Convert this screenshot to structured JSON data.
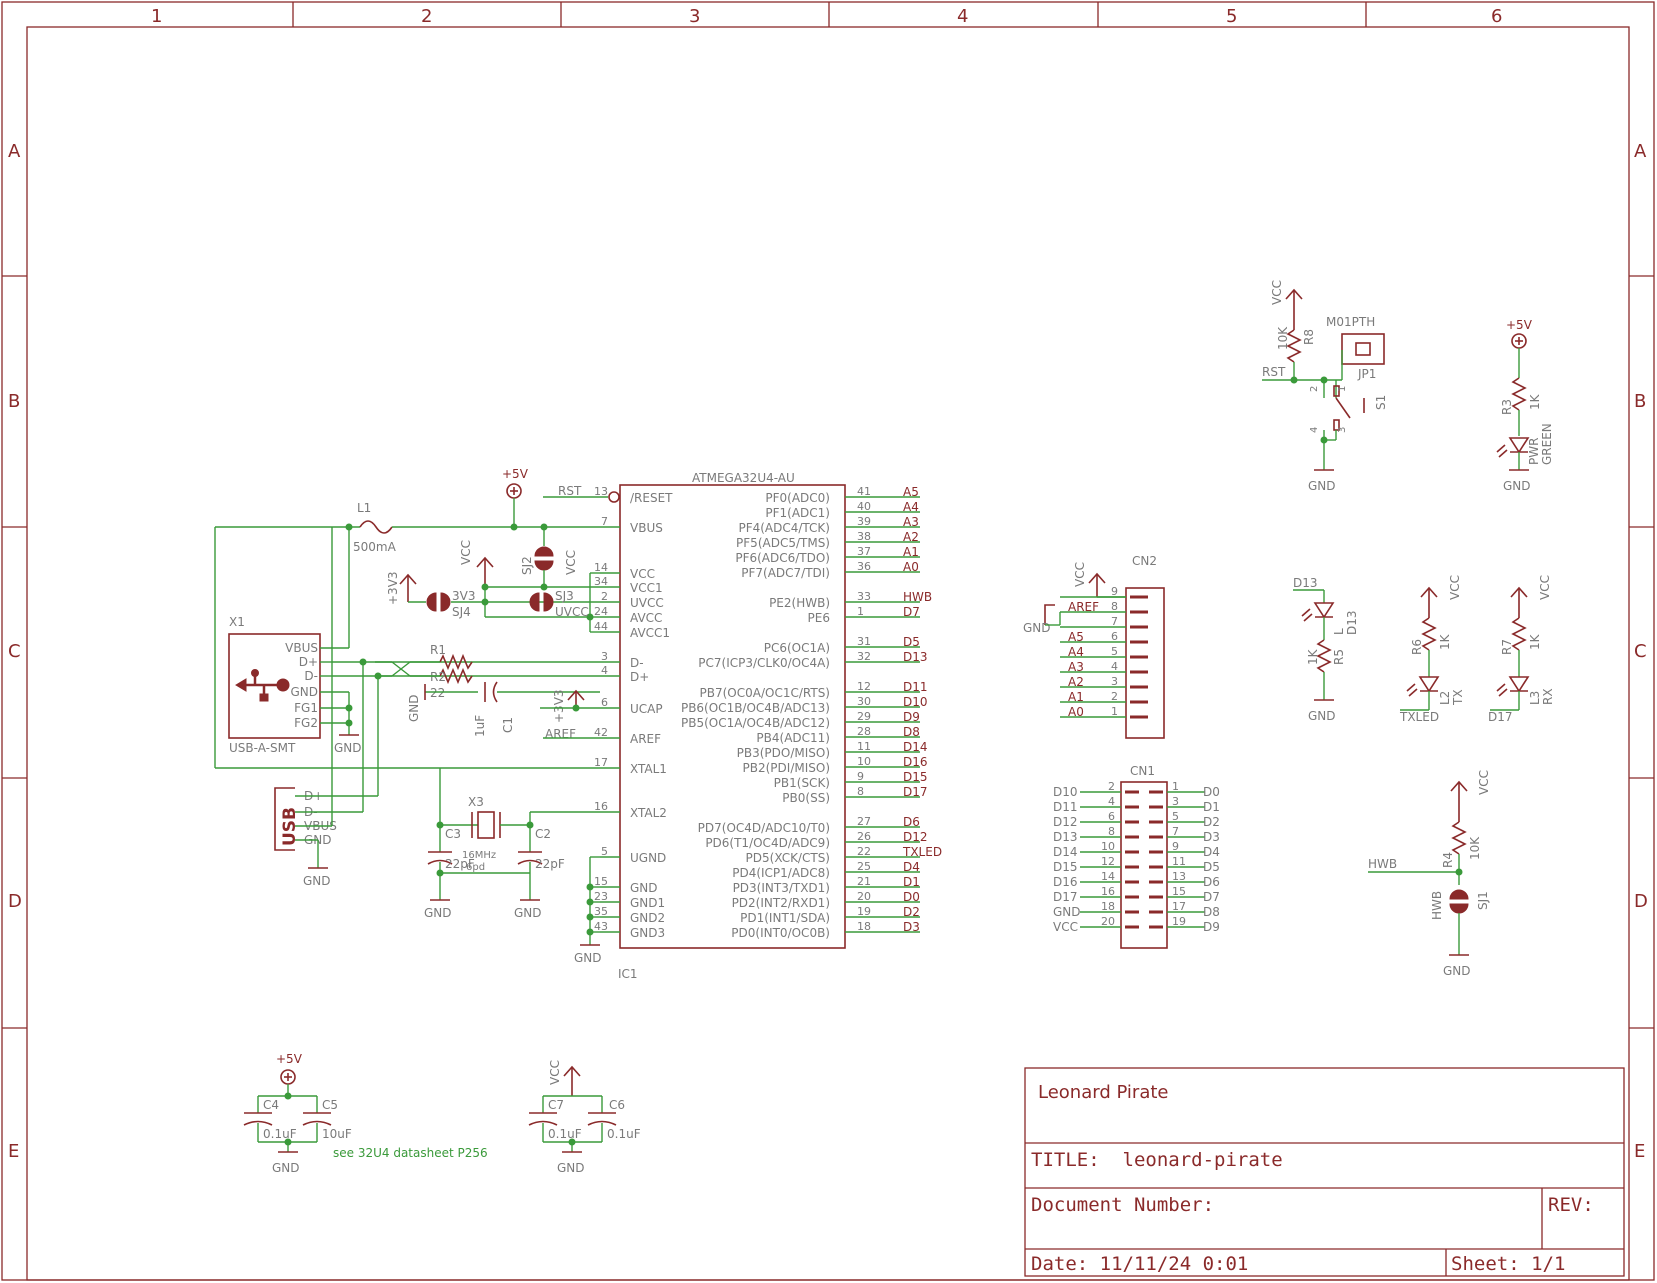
{
  "frame": {
    "columns": [
      "1",
      "2",
      "3",
      "4",
      "5",
      "6"
    ],
    "rows": [
      "A",
      "B",
      "C",
      "D",
      "E"
    ]
  },
  "title_block": {
    "project": "Leonard Pirate",
    "title": "TITLE:  leonard-pirate",
    "document_number": "Document Number:",
    "rev": "REV:",
    "date": "Date: 11/11/24 0:01",
    "sheet": "Sheet: 1/1"
  },
  "mcu": {
    "name": "IC1",
    "value": "ATMEGA32U4-AU",
    "left_pins": [
      {
        "num": "13",
        "name": "/RESET"
      },
      {
        "num": "7",
        "name": "VBUS"
      },
      {
        "num": "14",
        "name": "VCC"
      },
      {
        "num": "34",
        "name": "VCC1"
      },
      {
        "num": "2",
        "name": "UVCC"
      },
      {
        "num": "24",
        "name": "AVCC"
      },
      {
        "num": "44",
        "name": "AVCC1"
      },
      {
        "num": "3",
        "name": "D-"
      },
      {
        "num": "4",
        "name": "D+"
      },
      {
        "num": "6",
        "name": "UCAP"
      },
      {
        "num": "42",
        "name": "AREF"
      },
      {
        "num": "17",
        "name": "XTAL1"
      },
      {
        "num": "16",
        "name": "XTAL2"
      },
      {
        "num": "5",
        "name": "UGND"
      },
      {
        "num": "15",
        "name": "GND"
      },
      {
        "num": "23",
        "name": "GND1"
      },
      {
        "num": "35",
        "name": "GND2"
      },
      {
        "num": "43",
        "name": "GND3"
      }
    ],
    "right_pins": [
      {
        "num": "41",
        "name": "PF0(ADC0)",
        "net": "A5"
      },
      {
        "num": "40",
        "name": "PF1(ADC1)",
        "net": "A4"
      },
      {
        "num": "39",
        "name": "PF4(ADC4/TCK)",
        "net": "A3"
      },
      {
        "num": "38",
        "name": "PF5(ADC5/TMS)",
        "net": "A2"
      },
      {
        "num": "37",
        "name": "PF6(ADC6/TDO)",
        "net": "A1"
      },
      {
        "num": "36",
        "name": "PF7(ADC7/TDI)",
        "net": "A0"
      },
      {
        "num": "33",
        "name": "PE2(HWB)",
        "net": "HWB"
      },
      {
        "num": "1",
        "name": "PE6",
        "net": "D7"
      },
      {
        "num": "31",
        "name": "PC6(OC1A)",
        "net": "D5"
      },
      {
        "num": "32",
        "name": "PC7(ICP3/CLK0/OC4A)",
        "net": "D13"
      },
      {
        "num": "12",
        "name": "PB7(OC0A/OC1C/RTS)",
        "net": "D11"
      },
      {
        "num": "30",
        "name": "PB6(OC1B/OC4B/ADC13)",
        "net": "D10"
      },
      {
        "num": "29",
        "name": "PB5(OC1A/OC4B/ADC12)",
        "net": "D9"
      },
      {
        "num": "28",
        "name": "PB4(ADC11)",
        "net": "D8"
      },
      {
        "num": "11",
        "name": "PB3(PDO/MISO)",
        "net": "D14"
      },
      {
        "num": "10",
        "name": "PB2(PDI/MISO)",
        "net": "D16"
      },
      {
        "num": "9",
        "name": "PB1(SCK)",
        "net": "D15"
      },
      {
        "num": "8",
        "name": "PB0(SS)",
        "net": "D17"
      },
      {
        "num": "27",
        "name": "PD7(OC4D/ADC10/T0)",
        "net": "D6"
      },
      {
        "num": "26",
        "name": "PD6(T1/OC4D/ADC9)",
        "net": "D12"
      },
      {
        "num": "22",
        "name": "PD5(XCK/CTS)",
        "net": "TXLED"
      },
      {
        "num": "25",
        "name": "PD4(ICP1/ADC8)",
        "net": "D4"
      },
      {
        "num": "21",
        "name": "PD3(INT3/TXD1)",
        "net": "D1"
      },
      {
        "num": "20",
        "name": "PD2(INT2/RXD1)",
        "net": "D0"
      },
      {
        "num": "19",
        "name": "PD1(INT1/SDA)",
        "net": "D2"
      },
      {
        "num": "18",
        "name": "PD0(INT0/OC0B)",
        "net": "D3"
      }
    ]
  },
  "labels": {
    "rst": "RST",
    "p5v": "+5V",
    "vcc": "VCC",
    "p3v3": "+3V3",
    "gnd": "GND",
    "aref": "AREF",
    "hwb": "HWB",
    "d13": "D13",
    "d17": "D17",
    "txled": "TXLED"
  },
  "components": {
    "L1": "L1",
    "L1_val": "500mA",
    "SJ2": "SJ2",
    "SJ3": "SJ3",
    "SJ4": "SJ4",
    "sj_3v3": "3V3",
    "sj_uvcc": "UVCC",
    "X1": "X1",
    "X1_val": "USB-A-SMT",
    "X1_pins": [
      "VBUS",
      "D+",
      "D-",
      "GND",
      "FG1",
      "FG2"
    ],
    "R1": "R1",
    "R2": "R2",
    "R_val": "22",
    "C1": "C1",
    "C1_val": "1uF",
    "X3": "X3",
    "X3_val": "16MHz",
    "X3_sub": "6pd",
    "C2": "C2",
    "C3": "C3",
    "C23_val": "22pF",
    "usb_label": "USB",
    "usb_pins": [
      "D+",
      "D-",
      "VBUS",
      "GND"
    ],
    "R8": "R8",
    "R8_val": "10K",
    "JP1": "JP1",
    "JP1_val": "M01PTH",
    "S1": "S1",
    "R3": "R3",
    "R3_val": "1K",
    "PWR": "PWR",
    "PWR_val": "GREEN",
    "CN2": "CN2",
    "CN1": "CN1",
    "R5": "R5",
    "R6": "R6",
    "R7": "R7",
    "R_1k": "1K",
    "L": "L",
    "L2": "L2",
    "L3": "L3",
    "TX": "TX",
    "RX": "RX",
    "R4": "R4",
    "R4_val": "10K",
    "SJ1": "SJ1",
    "C4": "C4",
    "C5": "C5",
    "C6": "C6",
    "C7": "C7",
    "c01u": "0.1uF",
    "c10u": "10uF",
    "note": "see 32U4 datasheet P256"
  },
  "cn2_pins": [
    {
      "num": "9",
      "net": "VCC"
    },
    {
      "num": "8",
      "net": "AREF"
    },
    {
      "num": "7",
      "net": "GND"
    },
    {
      "num": "6",
      "net": "A5"
    },
    {
      "num": "5",
      "net": "A4"
    },
    {
      "num": "4",
      "net": "A3"
    },
    {
      "num": "3",
      "net": "A2"
    },
    {
      "num": "2",
      "net": "A1"
    },
    {
      "num": "1",
      "net": "A0"
    }
  ],
  "cn1_rows": [
    {
      "lnet": "D10",
      "lnum": "2",
      "rnum": "1",
      "rnet": "D0"
    },
    {
      "lnet": "D11",
      "lnum": "4",
      "rnum": "3",
      "rnet": "D1"
    },
    {
      "lnet": "D12",
      "lnum": "6",
      "rnum": "5",
      "rnet": "D2"
    },
    {
      "lnet": "D13",
      "lnum": "8",
      "rnum": "7",
      "rnet": "D3"
    },
    {
      "lnet": "D14",
      "lnum": "10",
      "rnum": "9",
      "rnet": "D4"
    },
    {
      "lnet": "D15",
      "lnum": "12",
      "rnum": "11",
      "rnet": "D5"
    },
    {
      "lnet": "D16",
      "lnum": "14",
      "rnum": "13",
      "rnet": "D6"
    },
    {
      "lnet": "D17",
      "lnum": "16",
      "rnum": "15",
      "rnet": "D7"
    },
    {
      "lnet": "GND",
      "lnum": "18",
      "rnum": "17",
      "rnet": "D8"
    },
    {
      "lnet": "VCC",
      "lnum": "20",
      "rnum": "19",
      "rnet": "D9"
    }
  ]
}
